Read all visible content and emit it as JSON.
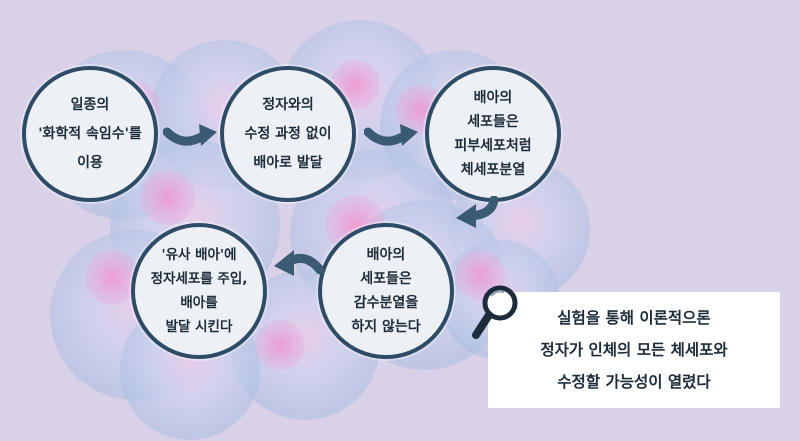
{
  "steps": [
    {
      "lines": [
        "일종의",
        "'화학적 속임수'를",
        "이용"
      ]
    },
    {
      "lines": [
        "정자와의",
        "수정 과정 없이",
        "배아로 발달"
      ]
    },
    {
      "lines": [
        "배아의",
        "세포들은",
        "피부세포처럼",
        "체세포분열"
      ]
    },
    {
      "lines": [
        "배아의",
        "세포들은",
        "감수분열을",
        "하지 않는다"
      ]
    },
    {
      "lines": [
        "'유사 배아'에",
        "정자세포를 주입,",
        "배아를",
        "발달 시킨다"
      ]
    }
  ],
  "note": {
    "lines": [
      "실험을 통해 이론적으론",
      "정자가 인체의 모든 체세포와",
      "수정할 가능성이 열렸다"
    ]
  },
  "colors": {
    "background": "#d9d1e7",
    "circle_fill": "#edf0f5",
    "circle_border": "#2e4c66",
    "arrow": "#3b5a74"
  },
  "icons": [
    "magnifier-icon",
    "curved-arrow-icon"
  ]
}
